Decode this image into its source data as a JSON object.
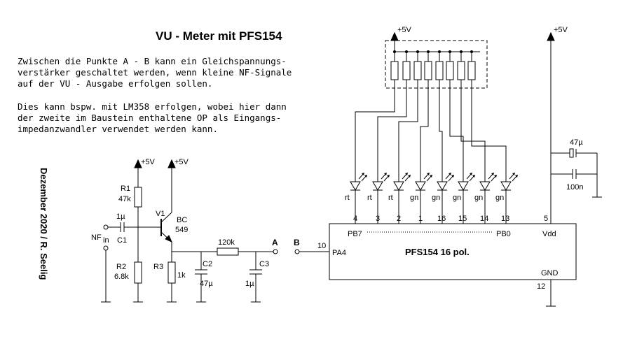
{
  "title": "VU - Meter mit PFS154",
  "notes": {
    "paragraph1": [
      "Zwischen die Punkte A - B kann ein Gleichspannungs-",
      "verstärker geschaltet werden, wenn kleine NF-Signale",
      "auf der VU - Ausgabe erfolgen sollen."
    ],
    "paragraph2": [
      "Dies kann bspw. mit LM358 erfolgen, wobei hier dann",
      "der zweite im Baustein enthaltene OP als Eingangs-",
      "impedanzwandler verwendet werden kann."
    ]
  },
  "author": "Dezember 2020 / R. Seelig",
  "supply": "+5V",
  "input": {
    "name": "NF",
    "subscript": "in"
  },
  "components": {
    "r1": {
      "name": "R1",
      "value": "47k"
    },
    "r2": {
      "name": "R2",
      "value": "6.8k"
    },
    "r3": {
      "name": "R3",
      "value": "1k"
    },
    "c1": {
      "name": "C1",
      "value": "1µ"
    },
    "c2": {
      "name": "C2",
      "value": "47µ"
    },
    "c3": {
      "name": "C3",
      "value": "1µ"
    },
    "v1": {
      "name": "V1",
      "type": "BC",
      "part": "549"
    },
    "rs": {
      "value": "120k"
    },
    "cf1": {
      "value": "47µ"
    },
    "cf2": {
      "value": "100n"
    }
  },
  "points": {
    "a": "A",
    "b": "B"
  },
  "chip": {
    "name": "PFS154 16 pol.",
    "pa4": "PA4",
    "pb7": "PB7",
    "pb0": "PB0",
    "vdd": "Vdd",
    "gnd": "GND",
    "pin_pa4": "10",
    "pin_vdd": "5",
    "pin_gnd": "12"
  },
  "leds": [
    {
      "color": "rt",
      "pin": "4"
    },
    {
      "color": "rt",
      "pin": "3"
    },
    {
      "color": "rt",
      "pin": "2"
    },
    {
      "color": "gn",
      "pin": "1"
    },
    {
      "color": "gn",
      "pin": "16"
    },
    {
      "color": "gn",
      "pin": "15"
    },
    {
      "color": "gn",
      "pin": "14"
    },
    {
      "color": "gn",
      "pin": "13"
    }
  ]
}
